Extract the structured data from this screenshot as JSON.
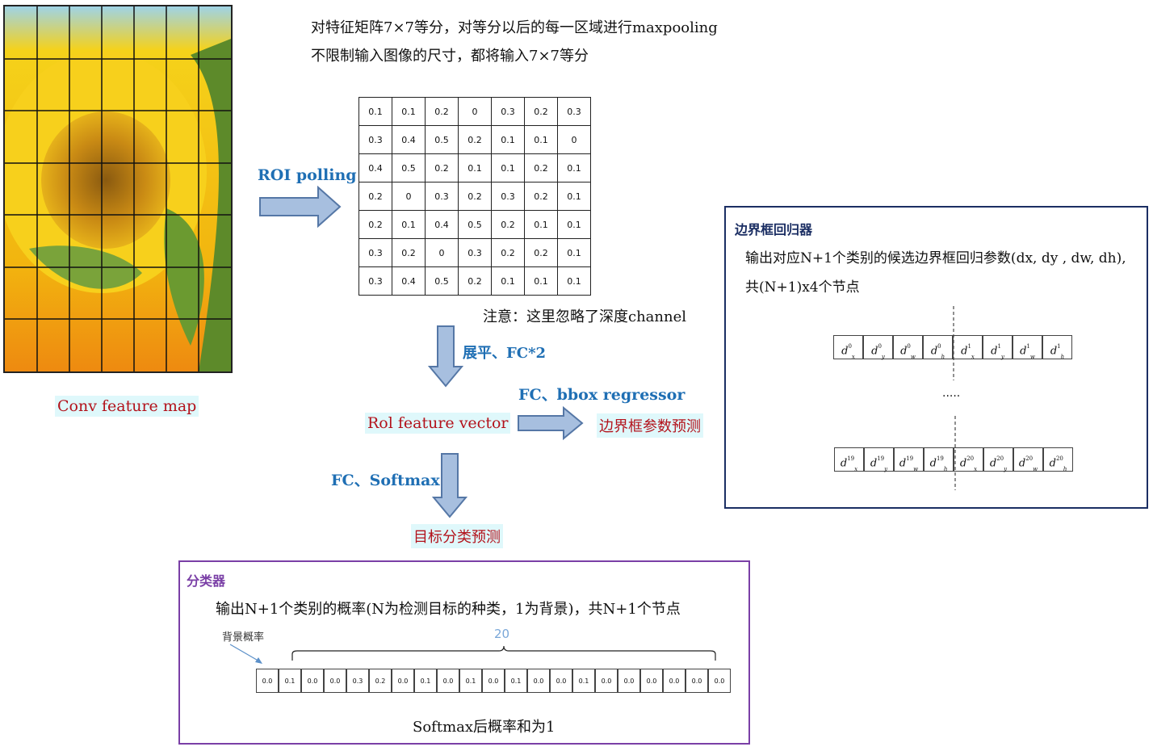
{
  "feature_map": {
    "label": "Conv feature map"
  },
  "top_note": {
    "line1": "对特征矩阵7×7等分，对等分以后的每一区域进行maxpooling",
    "line2": "不限制输入图像的尺寸，都将输入7×7等分"
  },
  "roi_label": "ROI polling",
  "pool_matrix": [
    [
      "0.1",
      "0.1",
      "0.2",
      "0",
      "0.3",
      "0.2",
      "0.3"
    ],
    [
      "0.3",
      "0.4",
      "0.5",
      "0.2",
      "0.1",
      "0.1",
      "0"
    ],
    [
      "0.4",
      "0.5",
      "0.2",
      "0.1",
      "0.1",
      "0.2",
      "0.1"
    ],
    [
      "0.2",
      "0",
      "0.3",
      "0.2",
      "0.3",
      "0.2",
      "0.1"
    ],
    [
      "0.2",
      "0.1",
      "0.4",
      "0.5",
      "0.2",
      "0.1",
      "0.1"
    ],
    [
      "0.3",
      "0.2",
      "0",
      "0.3",
      "0.2",
      "0.2",
      "0.1"
    ],
    [
      "0.3",
      "0.4",
      "0.5",
      "0.2",
      "0.1",
      "0.1",
      "0.1"
    ]
  ],
  "channel_note": "注意：这里忽略了深度channel",
  "flatten_label": "展平、FC*2",
  "roi_vector_label": "Rol feature vector",
  "bbox_fc_label": "FC、bbox regressor",
  "bbox_pred_label": "边界框参数预测",
  "softmax_fc_label": "FC、Softmax",
  "class_pred_label": "目标分类预测",
  "classifier": {
    "title": "分类器",
    "desc": "输出N+1个类别的概率(N为检测目标的种类，1为背景)，共N+1个节点",
    "bg_label": "背景概率",
    "count_label": "20",
    "probs": [
      "0.0",
      "0.1",
      "0.0",
      "0.0",
      "0.3",
      "0.2",
      "0.0",
      "0.1",
      "0.0",
      "0.1",
      "0.0",
      "0.1",
      "0.0",
      "0.0",
      "0.1",
      "0.0",
      "0.0",
      "0.0",
      "0.0",
      "0.0",
      "0.0"
    ],
    "footer": "Softmax后概率和为1"
  },
  "regressor": {
    "title": "边界框回归器",
    "desc_line1": "输出对应N+1个类别的候选边界框回归参数(dx, dy , dw, dh),",
    "desc_line2": "共(N+1)x4个节点",
    "ellipsis": ".....",
    "row1": [
      {
        "sub": "x",
        "sup": "0"
      },
      {
        "sub": "y",
        "sup": "0"
      },
      {
        "sub": "w",
        "sup": "0"
      },
      {
        "sub": "h",
        "sup": "0"
      },
      {
        "sub": "x",
        "sup": "1"
      },
      {
        "sub": "y",
        "sup": "1"
      },
      {
        "sub": "w",
        "sup": "1"
      },
      {
        "sub": "h",
        "sup": "1"
      }
    ],
    "row2": [
      {
        "sub": "x",
        "sup": "19"
      },
      {
        "sub": "y",
        "sup": "19"
      },
      {
        "sub": "w",
        "sup": "19"
      },
      {
        "sub": "h",
        "sup": "19"
      },
      {
        "sub": "x",
        "sup": "20"
      },
      {
        "sub": "y",
        "sup": "20"
      },
      {
        "sub": "w",
        "sup": "20"
      },
      {
        "sub": "h",
        "sup": "20"
      }
    ]
  }
}
